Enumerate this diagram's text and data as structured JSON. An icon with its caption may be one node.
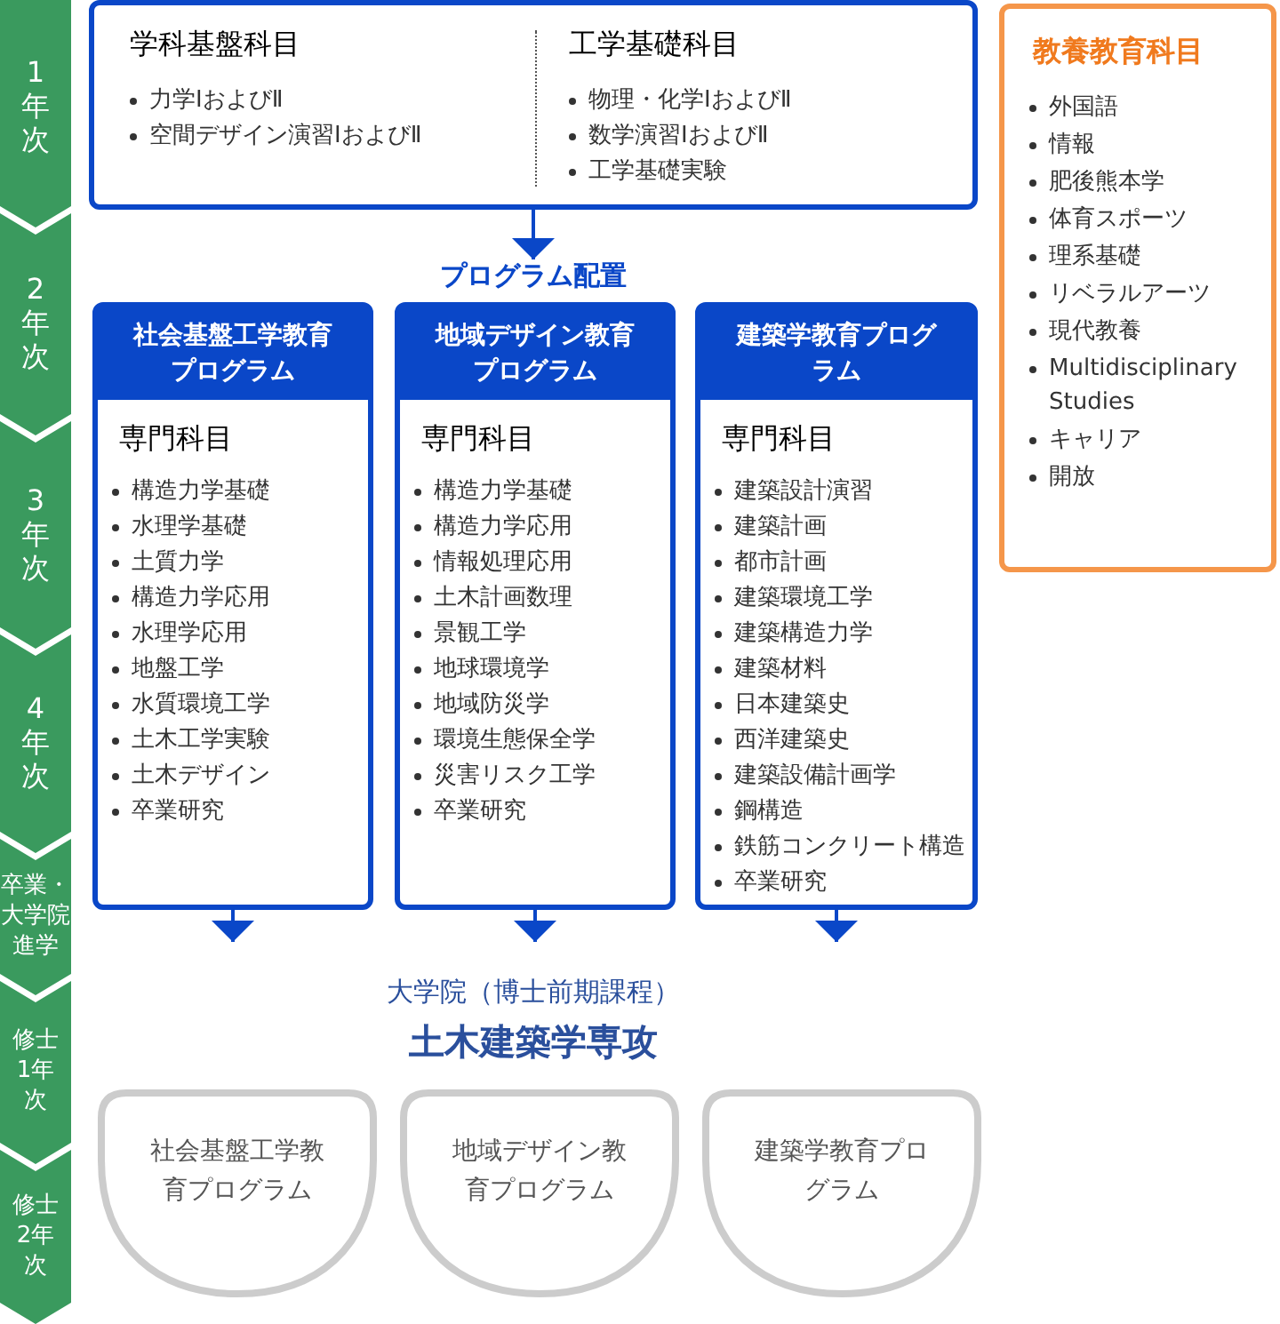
{
  "diagram": {
    "nodes": [
      {
        "text": [
          "学科基盤科目",
          "力学ⅠおよびⅡ",
          "空間デザイン演習ⅠおよびⅡ",
          "工学基礎科目",
          "物理・化学ⅠおよびⅡ",
          "数学演習ⅠおよびⅡ",
          "工学基礎実験"
        ]
      },
      {
        "text": [
          "教養教育科目",
          "外国語",
          "情報",
          "肥後熊本学",
          "体育スポーツ",
          "理系基礎",
          "リベラルアーツ",
          "現代教養",
          "Multidisciplinary Studies",
          "キャリア",
          "開放"
        ]
      },
      {
        "text": [
          "社会基盤工学教育プログラム",
          "専門科目",
          "構造力学基礎",
          "水理学基礎",
          "土質力学",
          "構造力学応用",
          "水理学応用",
          "地盤工学",
          "水質環境工学",
          "土木工学実験",
          "土木デザイン",
          "卒業研究"
        ]
      },
      {
        "text": [
          "地域デザイン教育プログラム",
          "専門科目",
          "構造力学基礎",
          "構造力学応用",
          "情報処理応用",
          "土木計画数理",
          "景観工学",
          "地球環境学",
          "地域防災学",
          "環境生態保全学",
          "災害リスク工学",
          "卒業研究"
        ]
      },
      {
        "text": [
          "建築学教育プログラム",
          "専門科目",
          "建築設計演習",
          "建築計画",
          "都市計画",
          "建築環境工学",
          "建築構造力学",
          "建築材料",
          "日本建築史",
          "西洋建築史",
          "建築設備計画学",
          "鋼構造",
          "鉄筋コンクリート構造",
          "卒業研究"
        ]
      },
      {
        "text": [
          "社会基盤工学教育プログラム"
        ]
      },
      {
        "text": [
          "地域デザイン教育プログラム"
        ]
      },
      {
        "text": [
          "建築学教育プログラム"
        ]
      },
      {
        "text": [
          "1年次"
        ]
      },
      {
        "text": [
          "2年次"
        ]
      },
      {
        "text": [
          "3年次"
        ]
      },
      {
        "text": [
          "4年次"
        ]
      },
      {
        "text": [
          "卒業・大学院進学"
        ]
      },
      {
        "text": [
          "修士1年次"
        ]
      },
      {
        "text": [
          "修士2年次"
        ]
      },
      {
        "text": [
          "プログラム配置"
        ]
      }
    ],
    "edges": [
      {
        "from": 0,
        "to": 15,
        "arrow": "to"
      },
      {
        "from": 2,
        "to": null,
        "arrow": "to"
      },
      {
        "from": 3,
        "to": null,
        "arrow": "to"
      },
      {
        "from": 4,
        "to": null,
        "arrow": "to"
      }
    ],
    "labels": [
      "大学院（博士前期課程）",
      "土木建築学専攻"
    ]
  }
}
